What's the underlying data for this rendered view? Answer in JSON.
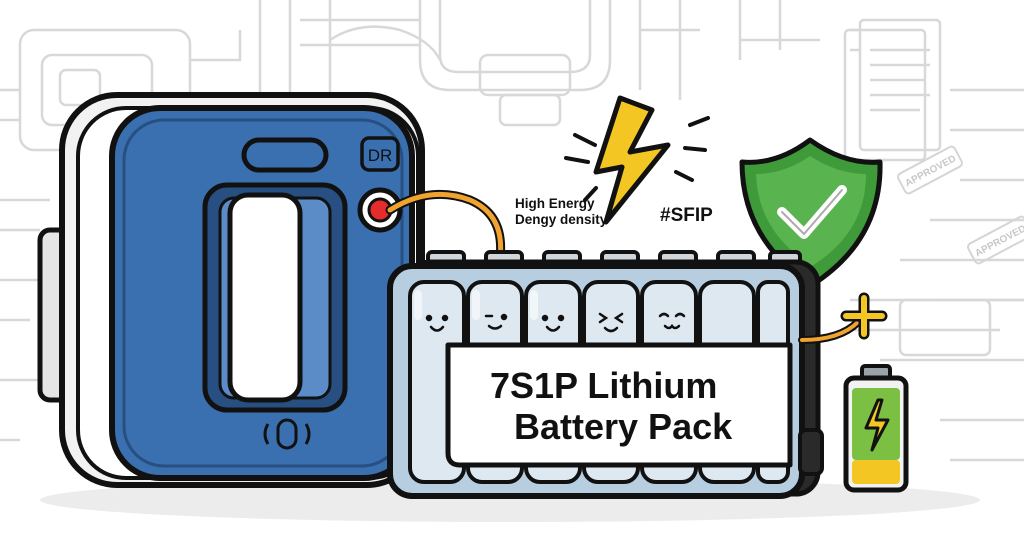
{
  "device": {
    "badge": "DR",
    "icon": "power-bank-device"
  },
  "energy_caption": {
    "line1": "High Energy",
    "line2": "Dengy density"
  },
  "hashtag": "#SFIP",
  "battery_pack": {
    "title_line1": "7S1P Lithium",
    "title_line2": "Battery Pack",
    "cell_count": 7
  },
  "background_stamps": [
    "APPROVED",
    "APPROVED"
  ],
  "icons": [
    "lightning-bolt-icon",
    "shield-check-icon",
    "plus-icon",
    "battery-charge-icon"
  ],
  "colors": {
    "device_blue": "#3a6fb0",
    "shield_green": "#3f9a3a",
    "bolt_yellow": "#f3c623",
    "cable_orange": "#f0a32e",
    "battery_green": "#7cc043",
    "line_gray": "#d6d6d6"
  }
}
